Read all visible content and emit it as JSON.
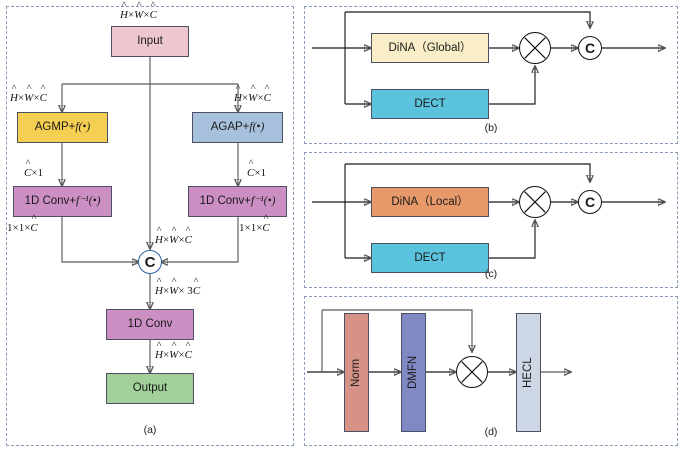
{
  "figure": {
    "type": "neural-network-architecture-diagram",
    "panels": [
      {
        "id": "a",
        "caption": "(a)"
      },
      {
        "id": "b",
        "caption": "(b)"
      },
      {
        "id": "c",
        "caption": "(c)"
      },
      {
        "id": "d",
        "caption": "(d)"
      }
    ]
  },
  "panel_a": {
    "caption": "(a)",
    "blocks": [
      {
        "name": "input",
        "label": "Input",
        "color": "#eec6cd"
      },
      {
        "name": "agmp",
        "label": "AGMP+",
        "color": "#f5cf52"
      },
      {
        "name": "agap",
        "label": "AGAP+",
        "color": "#a7c0dc"
      },
      {
        "name": "conv1d-left",
        "label": "1D Conv+",
        "color": "#cc8fc4"
      },
      {
        "name": "conv1d-right",
        "label": "1D Conv+",
        "color": "#cc8fc4"
      },
      {
        "name": "conv1d-main",
        "label": "1D Conv",
        "color": "#cc8fc4"
      },
      {
        "name": "output",
        "label": "Output",
        "color": "#a2cf9a"
      }
    ],
    "labels": {
      "input_shape": "H×W×C",
      "left_branch_shape": "H×W×C",
      "right_branch_shape": "H×W×C",
      "left_cx1": "C×1",
      "right_cx1": "C×1",
      "left_1x1xc": "1×1×C",
      "right_1x1xc": "1×1×C",
      "skip_shape": "H×W×C",
      "concat_out_shape": "H×W×3C",
      "output_shape": "H×W×C"
    },
    "concat_symbol": "C",
    "fn_forward": "f(•)",
    "fn_inverse": "f⁻¹(•)"
  },
  "panel_b": {
    "caption": "(b)",
    "blocks": [
      {
        "name": "dina-global",
        "label": "DiNA（Global）",
        "color": "#faeec9"
      },
      {
        "name": "dect",
        "label": "DECT",
        "color": "#5bc3dd"
      }
    ],
    "ops": {
      "multiply": "⊗",
      "concat": "C"
    }
  },
  "panel_c": {
    "caption": "(c)",
    "blocks": [
      {
        "name": "dina-local",
        "label": "DiNA（Local）",
        "color": "#e8996a"
      },
      {
        "name": "dect",
        "label": "DECT",
        "color": "#5bc3dd"
      }
    ],
    "ops": {
      "multiply": "⊗",
      "concat": "C"
    }
  },
  "panel_d": {
    "caption": "(d)",
    "blocks": [
      {
        "name": "norm",
        "label": "Norm",
        "color": "#d79287"
      },
      {
        "name": "dmfn",
        "label": "DMFN",
        "color": "#8089c4"
      },
      {
        "name": "hecl",
        "label": "HECL",
        "color": "#ccd6e5"
      }
    ],
    "ops": {
      "multiply": "⊗"
    }
  }
}
